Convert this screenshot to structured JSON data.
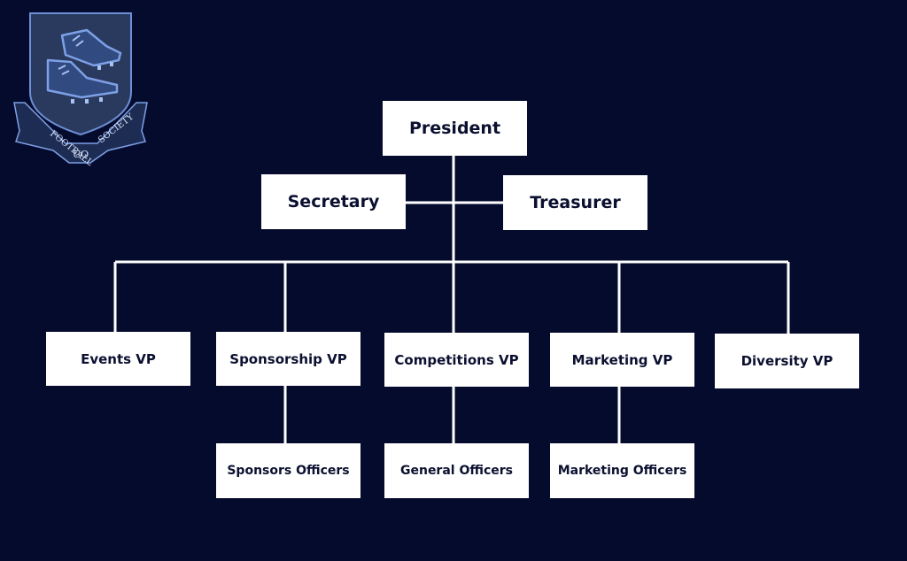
{
  "logo": {
    "name": "uq-football-society-crest-icon",
    "text_left": "FOOTBALL",
    "text_center": "UQ",
    "text_right": "SOCIETY"
  },
  "colors": {
    "background": "#050b2c",
    "box": "#ffffff",
    "box_text": "#0b1030",
    "connector": "#ffffff",
    "crest_fill": "#2a3a5e",
    "crest_outline": "#6c8fd6"
  },
  "org": {
    "president": "President",
    "secretary": "Secretary",
    "treasurer": "Treasurer",
    "vps": {
      "events": "Events VP",
      "sponsorship": "Sponsorship VP",
      "competitions": "Competitions VP",
      "marketing": "Marketing VP",
      "diversity": "Diversity VP"
    },
    "officers": {
      "sponsors": "Sponsors Officers",
      "general": "General Officers",
      "marketing": "Marketing Officers"
    }
  }
}
